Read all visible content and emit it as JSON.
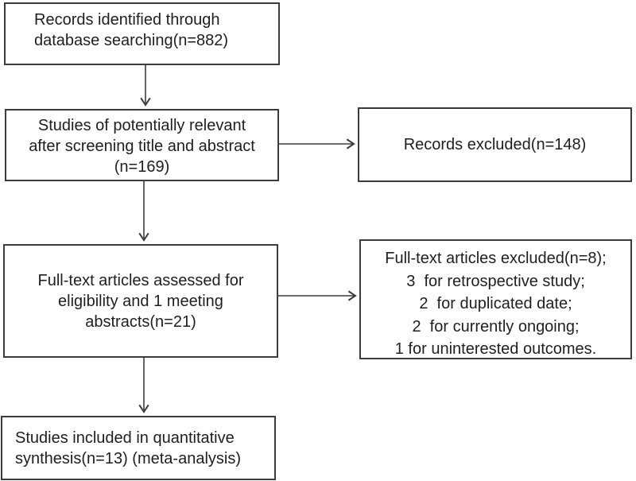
{
  "diagram": {
    "kind": "study-selection-flowchart",
    "colors": {
      "background": "#ffffff",
      "box_border": "#3c3c3c",
      "text": "#1f1f1f",
      "arrow": "#3c3c3c"
    },
    "boxes": {
      "identified": {
        "text": "Records identified through\ndatabase searching(n=882)"
      },
      "screened": {
        "text": "Studies of potentially relevant\nafter screening title and abstract\n(n=169)"
      },
      "records_excluded": {
        "text": "Records excluded(n=148)"
      },
      "fulltext_assessed": {
        "text": "Full-text articles assessed for\neligibility and 1 meeting\nabstracts(n=21)"
      },
      "fulltext_excluded": {
        "text": "Full-text articles excluded(n=8);\n3  for retrospective study;\n2  for duplicated date;\n2  for currently ongoing;\n1 for uninterested outcomes."
      },
      "included": {
        "text": "Studies included in quantitative\nsynthesis(n=13) (meta-analysis)"
      }
    }
  }
}
